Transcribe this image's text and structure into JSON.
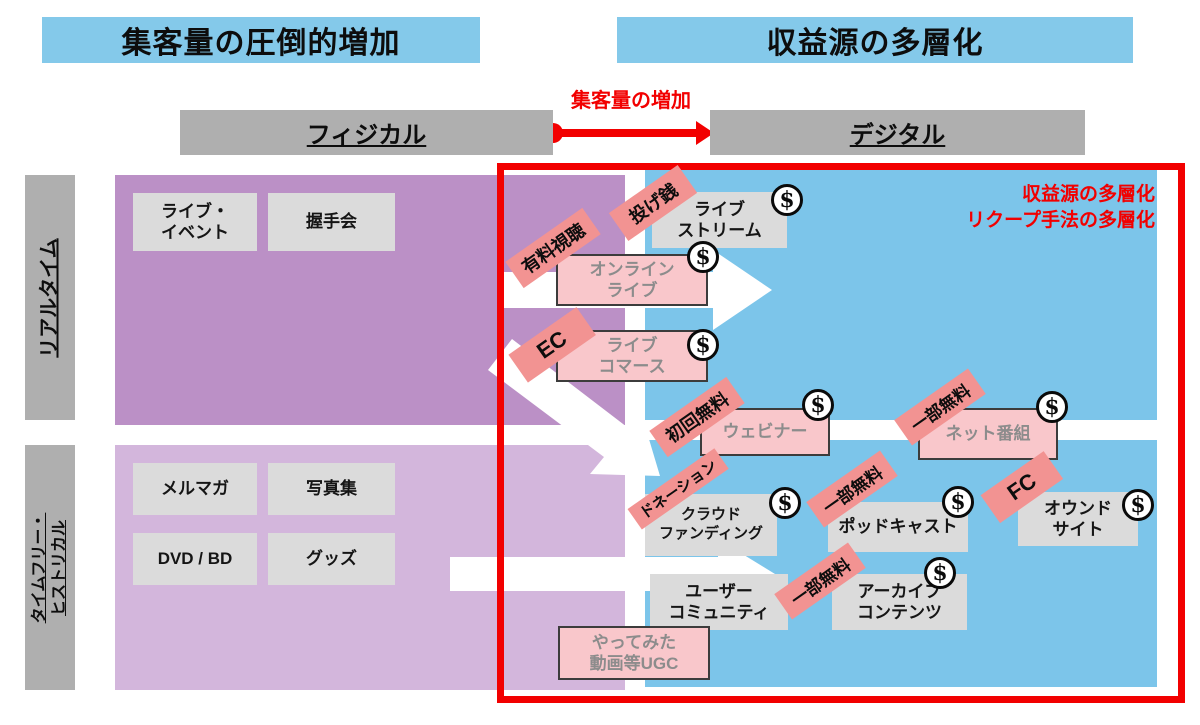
{
  "title_headers": {
    "left": "集客量の圧倒的増加",
    "right": "収益源の多層化"
  },
  "axis": {
    "flow_label": "集客量の増加",
    "physical": "フィジカル",
    "digital": "デジタル",
    "realtime": "リアルタイム",
    "timefree_line1": "タイムフリー・",
    "timefree_line2": "ヒストリカル"
  },
  "note": {
    "line1": "収益源の多層化",
    "line2": "リクープ手法の多層化"
  },
  "physical_realtime": {
    "live_event": "ライブ・\nイベント",
    "handshake": "握手会"
  },
  "physical_timefree": {
    "mailmag": "メルマガ",
    "photobook": "写真集",
    "dvd_bd": "DVD / BD",
    "goods": "グッズ"
  },
  "digital_realtime": {
    "live_stream": "ライブ\nストリーム",
    "online_live": "オンライン\nライブ",
    "live_commerce": "ライブ\nコマース",
    "webinar": "ウェビナー",
    "net_show": "ネット番組"
  },
  "digital_timefree": {
    "crowdfunding": "クラウド\nファンディング",
    "podcast": "ポッドキャスト",
    "owned_site": "オウンド\nサイト",
    "user_community": "ユーザー\nコミュニティ",
    "archive": "アーカイブ\nコンテンツ",
    "ugc": "やってみた\n動画等UGC"
  },
  "monetization_tags": {
    "paid_view": "有料視聴",
    "tips": "投げ銭",
    "ec": "EC",
    "first_free": "初回無料",
    "donation": "ドネーション",
    "partial_free_net": "一部無料",
    "partial_free_pod": "一部無料",
    "fc": "FC",
    "partial_free_archive": "一部無料"
  },
  "icons": {
    "dollar": "$"
  },
  "colors": {
    "header_blue": "#84c9ea",
    "digital_blue": "#7cc5ea",
    "physical_purple": "#bb90c6",
    "physical_lavender": "#d3b6dc",
    "label_gray": "#afafaf",
    "box_gray": "#dbdbdb",
    "box_pink": "#f9c7cb",
    "ribbon_pink": "#f29392",
    "accent_red": "#f20000"
  }
}
